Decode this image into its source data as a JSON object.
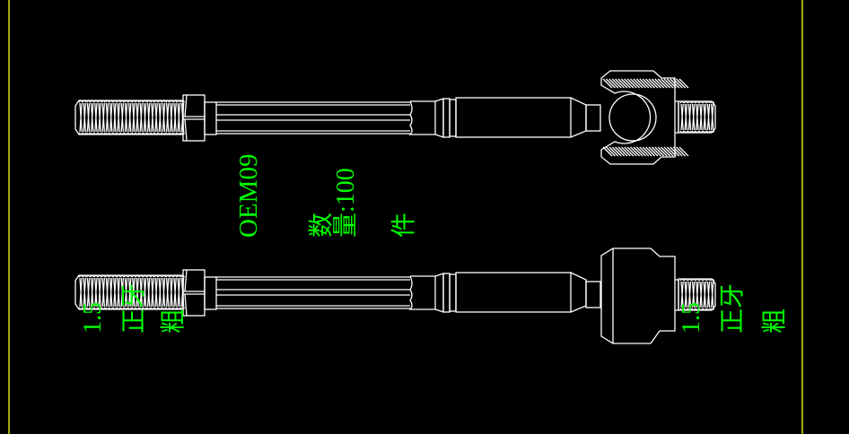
{
  "colors": {
    "background": "#000000",
    "geometry": "#ffffff",
    "text": "#00ff00",
    "frame": "#ffff00"
  },
  "annotations": {
    "part_code": "OEM09",
    "quantity_line1": "数",
    "quantity_line2": "量:100",
    "quantity_line3": "件",
    "left_thread_line1": "1.5",
    "left_thread_line2": "正牙",
    "left_thread_line3": "粗",
    "right_thread_line1": "1.5",
    "right_thread_line2": "正牙",
    "right_thread_line3": "粗"
  }
}
